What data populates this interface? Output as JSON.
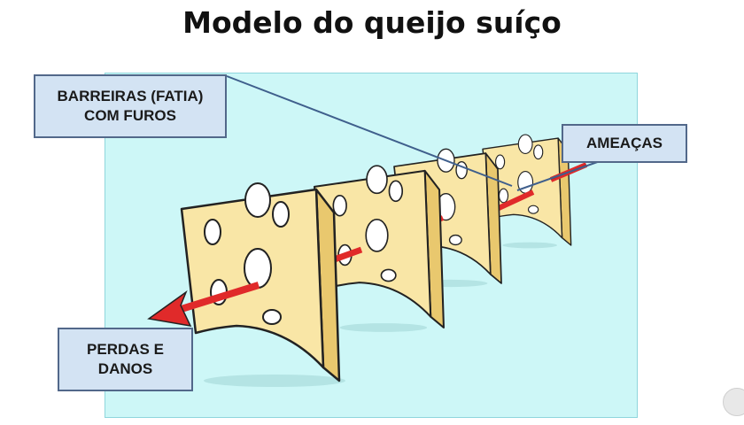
{
  "title": "Modelo do queijo suíço",
  "labels": {
    "barreiras_line1": "BARREIRAS (FATIA)",
    "barreiras_line2": "COM FUROS",
    "ameacas": "AMEAÇAS",
    "perdas_line1": "PERDAS E",
    "perdas_line2": "DANOS"
  },
  "colors": {
    "panel": "#cdf7f7",
    "cheese_front": "#f9e6a6",
    "cheese_side": "#e9c86e",
    "arrow": "#e02a2a",
    "label_fill": "#d3e3f3",
    "label_border": "#52688a"
  },
  "slices": [
    {
      "id": "slice-4"
    },
    {
      "id": "slice-3"
    },
    {
      "id": "slice-2"
    },
    {
      "id": "slice-1"
    }
  ],
  "icons": {
    "arrow": "arrow-left-icon",
    "corner": "circle-icon"
  }
}
